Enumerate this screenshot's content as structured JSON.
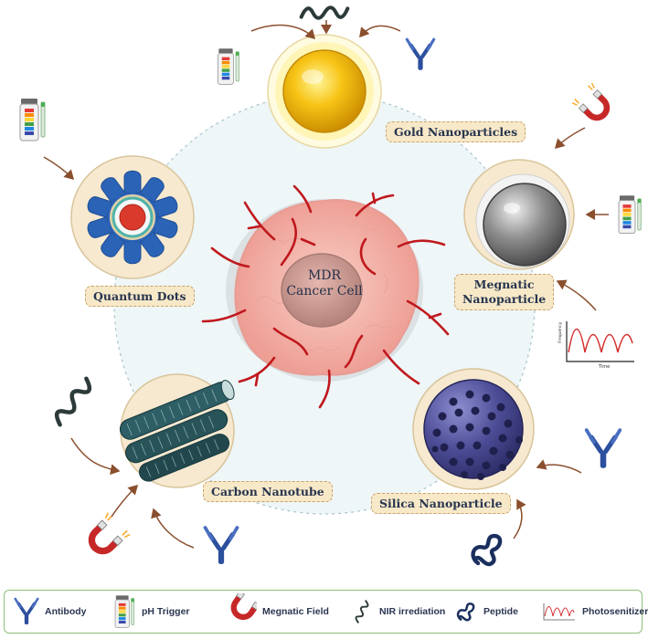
{
  "center": {
    "line1": "MDR",
    "line2": "Cancer Cell"
  },
  "nanoparticles": {
    "gold": "Gold Nanoparticles",
    "magnetic_line1": "Megnatic",
    "magnetic_line2": "Nanoparticle",
    "silica": "Silica Nanoparticle",
    "carbon": "Carbon Nanotube",
    "quantum": "Quantum Dots"
  },
  "graph": {
    "ylabel": "Frequency",
    "xlabel": "Time"
  },
  "legend": {
    "antibody": "Antibody",
    "ph": "pH Trigger",
    "magnetic": "Megnatic Field",
    "nir": "NIR irrediation",
    "peptide": "Peptide",
    "photo": "Photosenitizer"
  },
  "colors": {
    "antibody": "#2c4f9e",
    "tumor": "#f2b8ae",
    "vessel": "#c0181d",
    "gold": "#f0b90a",
    "silica": "#3a3a7e",
    "nanotube": "#1f4c52",
    "legend_border": "#8fbf7c"
  }
}
